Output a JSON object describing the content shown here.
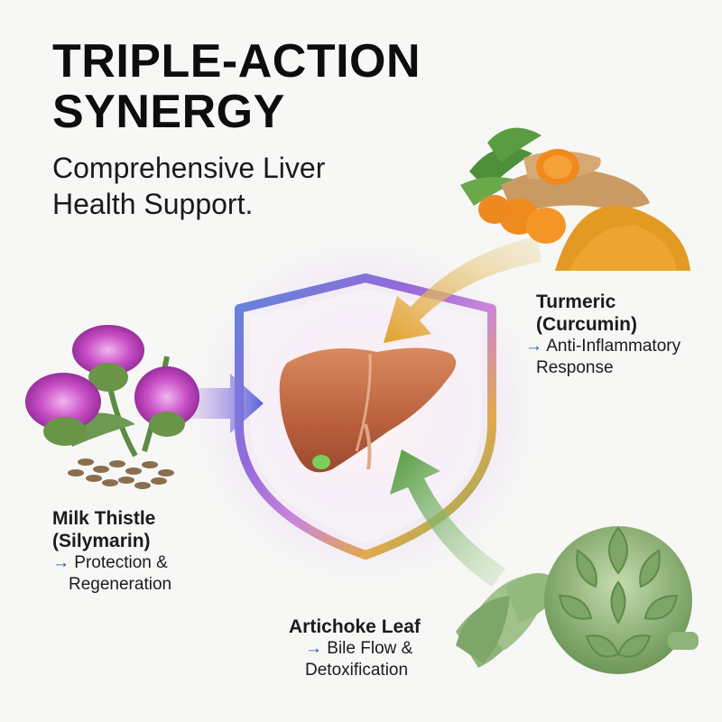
{
  "header": {
    "title_line1": "TRIPLE-ACTION",
    "title_line2": "SYNERGY",
    "subtitle_line1": "Comprehensive Liver",
    "subtitle_line2": "Health Support."
  },
  "ingredients": {
    "turmeric": {
      "name_line1": "Turmeric",
      "name_line2": "(Curcumin)",
      "arrow": "→",
      "benefit_line1": "Anti-Inflammatory",
      "benefit_line2": "Response",
      "color": "#e3a22a"
    },
    "milk_thistle": {
      "name_line1": "Milk Thistle",
      "name_line2": "(Silymarin)",
      "arrow": "→",
      "benefit_line1": "Protection &",
      "benefit_line2": "Regeneration",
      "color": "#6a6fd6"
    },
    "artichoke": {
      "name_line1": "Artichoke Leaf",
      "arrow": "→",
      "benefit_line1": "Bile Flow &",
      "benefit_line2": "Detoxification",
      "color": "#5fa449"
    }
  },
  "icons": {
    "center": "liver-icon",
    "frame": "shield-icon"
  }
}
